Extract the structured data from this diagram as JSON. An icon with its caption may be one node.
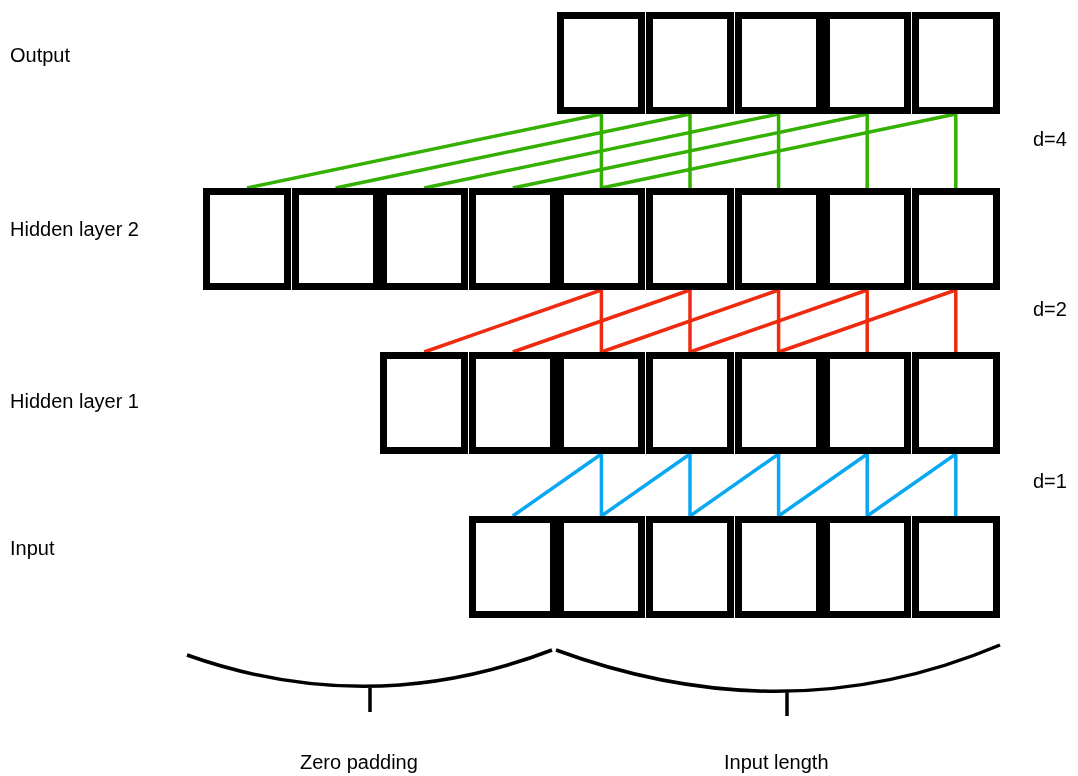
{
  "diagram": {
    "nodes": [
      {
        "text": [],
        "shape": "box"
      },
      {
        "text": [],
        "shape": "box"
      },
      {
        "text": [],
        "shape": "box"
      },
      {
        "text": [],
        "shape": "box"
      },
      {
        "text": [],
        "shape": "box"
      },
      {
        "text": [],
        "shape": "box"
      },
      {
        "text": [],
        "shape": "box"
      },
      {
        "text": [],
        "shape": "box"
      },
      {
        "text": [],
        "shape": "box"
      },
      {
        "text": [],
        "shape": "box"
      },
      {
        "text": [],
        "shape": "box"
      },
      {
        "text": [],
        "shape": "box"
      },
      {
        "text": [],
        "shape": "box"
      },
      {
        "text": [],
        "shape": "box"
      },
      {
        "text": [],
        "shape": "box"
      },
      {
        "text": [],
        "shape": "box"
      },
      {
        "text": [],
        "shape": "box"
      },
      {
        "text": [],
        "shape": "box"
      },
      {
        "text": [],
        "shape": "box"
      },
      {
        "text": [],
        "shape": "box"
      },
      {
        "text": [],
        "shape": "box"
      },
      {
        "text": [],
        "shape": "box"
      },
      {
        "text": [],
        "shape": "box"
      },
      {
        "text": [],
        "shape": "box"
      },
      {
        "text": [],
        "shape": "box"
      },
      {
        "text": [],
        "shape": "box"
      },
      {
        "text": [],
        "shape": "box"
      }
    ],
    "edges": [
      {
        "from": 5,
        "to": 0,
        "arrow": "none",
        "color": "#33b000"
      },
      {
        "from": 9,
        "to": 0,
        "arrow": "none",
        "color": "#33b000"
      },
      {
        "from": 6,
        "to": 1,
        "arrow": "none",
        "color": "#33b000"
      },
      {
        "from": 10,
        "to": 1,
        "arrow": "none",
        "color": "#33b000"
      },
      {
        "from": 7,
        "to": 2,
        "arrow": "none",
        "color": "#33b000"
      },
      {
        "from": 11,
        "to": 2,
        "arrow": "none",
        "color": "#33b000"
      },
      {
        "from": 8,
        "to": 3,
        "arrow": "none",
        "color": "#33b000"
      },
      {
        "from": 12,
        "to": 3,
        "arrow": "none",
        "color": "#33b000"
      },
      {
        "from": 9,
        "to": 4,
        "arrow": "none",
        "color": "#33b000"
      },
      {
        "from": 13,
        "to": 4,
        "arrow": "none",
        "color": "#33b000"
      },
      {
        "from": 14,
        "to": 9,
        "arrow": "none",
        "color": "#ee2a0f"
      },
      {
        "from": 16,
        "to": 9,
        "arrow": "none",
        "color": "#ee2a0f"
      },
      {
        "from": 15,
        "to": 10,
        "arrow": "none",
        "color": "#ee2a0f"
      },
      {
        "from": 17,
        "to": 10,
        "arrow": "none",
        "color": "#ee2a0f"
      },
      {
        "from": 16,
        "to": 11,
        "arrow": "none",
        "color": "#ee2a0f"
      },
      {
        "from": 18,
        "to": 11,
        "arrow": "none",
        "color": "#ee2a0f"
      },
      {
        "from": 17,
        "to": 12,
        "arrow": "none",
        "color": "#ee2a0f"
      },
      {
        "from": 19,
        "to": 12,
        "arrow": "none",
        "color": "#ee2a0f"
      },
      {
        "from": 18,
        "to": 13,
        "arrow": "none",
        "color": "#ee2a0f"
      },
      {
        "from": 20,
        "to": 13,
        "arrow": "none",
        "color": "#ee2a0f"
      },
      {
        "from": 21,
        "to": 16,
        "arrow": "none",
        "color": "#0aa8f2"
      },
      {
        "from": 22,
        "to": 16,
        "arrow": "none",
        "color": "#0aa8f2"
      },
      {
        "from": 22,
        "to": 17,
        "arrow": "none",
        "color": "#0aa8f2"
      },
      {
        "from": 23,
        "to": 17,
        "arrow": "none",
        "color": "#0aa8f2"
      },
      {
        "from": 23,
        "to": 18,
        "arrow": "none",
        "color": "#0aa8f2"
      },
      {
        "from": 24,
        "to": 18,
        "arrow": "none",
        "color": "#0aa8f2"
      },
      {
        "from": 24,
        "to": 19,
        "arrow": "none",
        "color": "#0aa8f2"
      },
      {
        "from": 25,
        "to": 19,
        "arrow": "none",
        "color": "#0aa8f2"
      },
      {
        "from": 25,
        "to": 20,
        "arrow": "none",
        "color": "#0aa8f2"
      },
      {
        "from": 26,
        "to": 20,
        "arrow": "none",
        "color": "#0aa8f2"
      }
    ],
    "labels": [
      "Output",
      "d=4",
      "Hidden layer 2",
      "d=2",
      "Hidden layer 1",
      "d=1",
      "Input",
      "Zero padding",
      "Input length"
    ]
  }
}
